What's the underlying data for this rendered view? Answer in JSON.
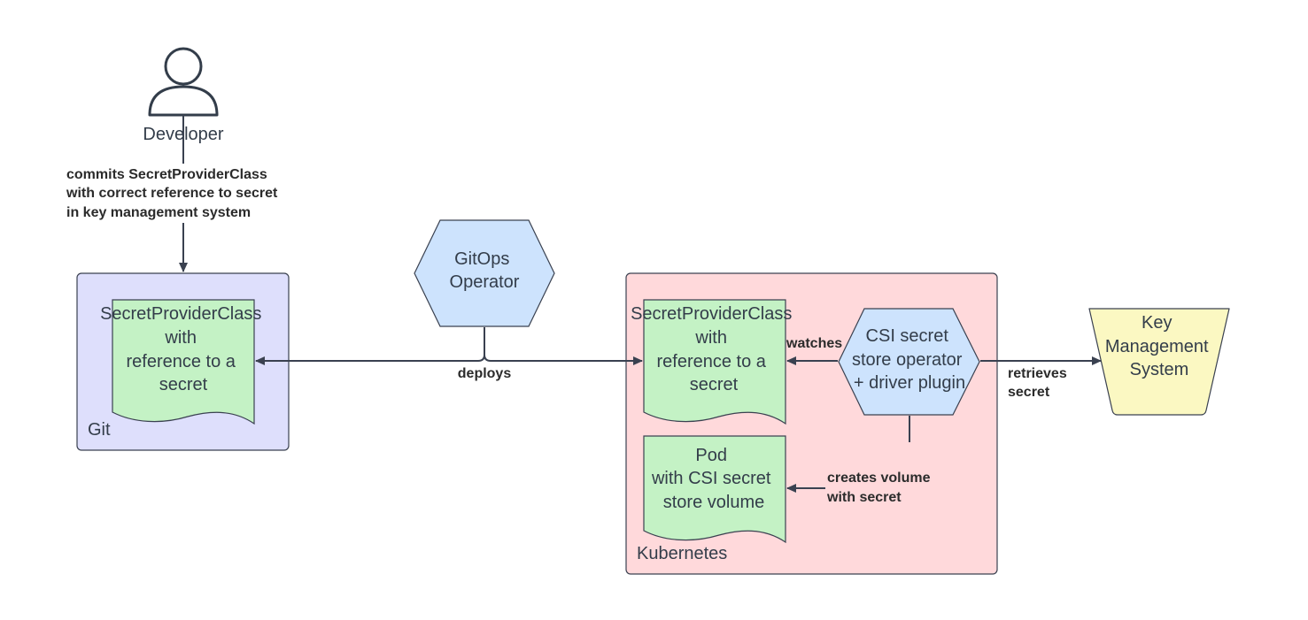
{
  "actors": {
    "developer": "Developer"
  },
  "containers": {
    "git": "Git",
    "kubernetes": "Kubernetes"
  },
  "nodes": {
    "git_spc": [
      "SecretProviderClass",
      "with",
      "reference to a",
      "secret"
    ],
    "gitops": [
      "GitOps",
      "Operator"
    ],
    "k8s_spc": [
      "SecretProviderClass",
      "with",
      "reference to a",
      "secret"
    ],
    "csi": [
      "CSI secret",
      "store operator",
      "+ driver plugin"
    ],
    "pod": [
      "Pod",
      "with CSI secret",
      "store volume"
    ],
    "kms": [
      "Key",
      "Management",
      "System"
    ]
  },
  "edges": {
    "commits": [
      "commits SecretProviderClass",
      "with correct reference to secret",
      "in key management system"
    ],
    "deploys": "deploys",
    "watches": "watches",
    "retrieves": [
      "retrieves",
      "secret"
    ],
    "creates_volume": [
      "creates volume",
      "with secret"
    ]
  },
  "colors": {
    "git_bg": "#dedffc",
    "k8s_bg": "#ffd9db",
    "doc_fill": "#c4f2c5",
    "hex_fill": "#cde3fd",
    "kms_fill": "#fbf8c2",
    "stroke": "#3a4150"
  }
}
